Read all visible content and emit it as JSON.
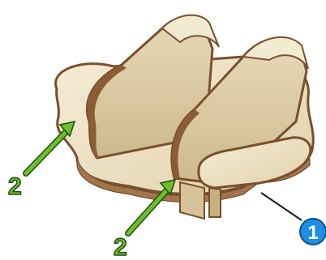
{
  "image": {
    "subject": "laser-cut-wooden-cross-connector",
    "callouts": [
      {
        "label": "2",
        "style": "green-arrow-label",
        "color": "#6fbf2a"
      },
      {
        "label": "2",
        "style": "green-arrow-label",
        "color": "#6fbf2a"
      },
      {
        "label": "1",
        "style": "blue-circle-badge",
        "color": "#1f8fe0"
      }
    ],
    "colors": {
      "wood_face": "#efe3c6",
      "wood_shade": "#d9c8a2",
      "wood_edge": "#7a4f2e",
      "arrow_green": "#6fbf2a",
      "arrow_outline": "#1d4d10",
      "badge_blue": "#1f8fe0",
      "label_text": "#ffffff"
    }
  }
}
